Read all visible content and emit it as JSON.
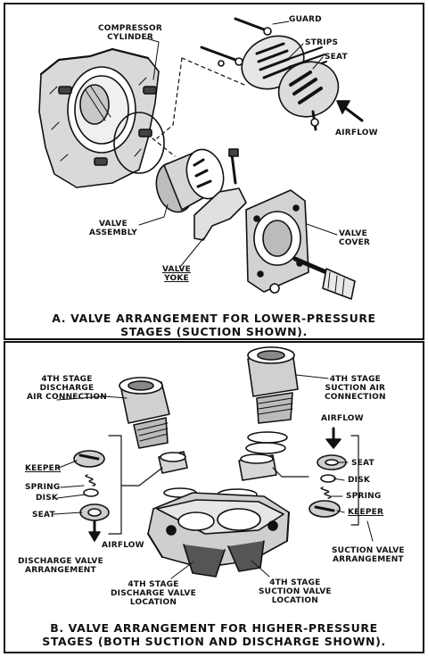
{
  "panel_a": {
    "labels": {
      "compressor_cylinder": "COMPRESSOR\nCYLINDER",
      "guard": "GUARD",
      "strips": "STRIPS",
      "seat": "SEAT",
      "airflow": "AIRFLOW",
      "valve_assembly": "VALVE\nASSEMBLY",
      "valve_cover": "VALVE\nCOVER",
      "valve_yoke": "VALVE\nYOKE"
    },
    "caption": "A. VALVE ARRANGEMENT FOR LOWER-PRESSURE\nSTAGES (SUCTION SHOWN)."
  },
  "panel_b": {
    "labels": {
      "discharge_air_connection": "4TH STAGE\nDISCHARGE\nAIR CONNECTION",
      "suction_air_connection": "4TH STAGE\nSUCTION AIR\nCONNECTION",
      "airflow_right": "AIRFLOW",
      "keeper_left": "KEEPER",
      "spring_left": "SPRING",
      "disk_left": "DISK",
      "seat_left": "SEAT",
      "airflow_left": "AIRFLOW",
      "discharge_valve_arrangement": "DISCHARGE VALVE\nARRANGEMENT",
      "seat_right": "SEAT",
      "disk_right": "DISK",
      "spring_right": "SPRING",
      "keeper_right": "KEEPER",
      "suction_valve_arrangement": "SUCTION VALVE\nARRANGEMENT",
      "discharge_valve_location": "4TH STAGE\nDISCHARGE VALVE\nLOCATION",
      "suction_valve_location": "4TH STAGE\nSUCTION VALVE\nLOCATION"
    },
    "caption": "B. VALVE ARRANGEMENT FOR HIGHER-PRESSURE\nSTAGES (BOTH SUCTION AND DISCHARGE SHOWN)."
  }
}
